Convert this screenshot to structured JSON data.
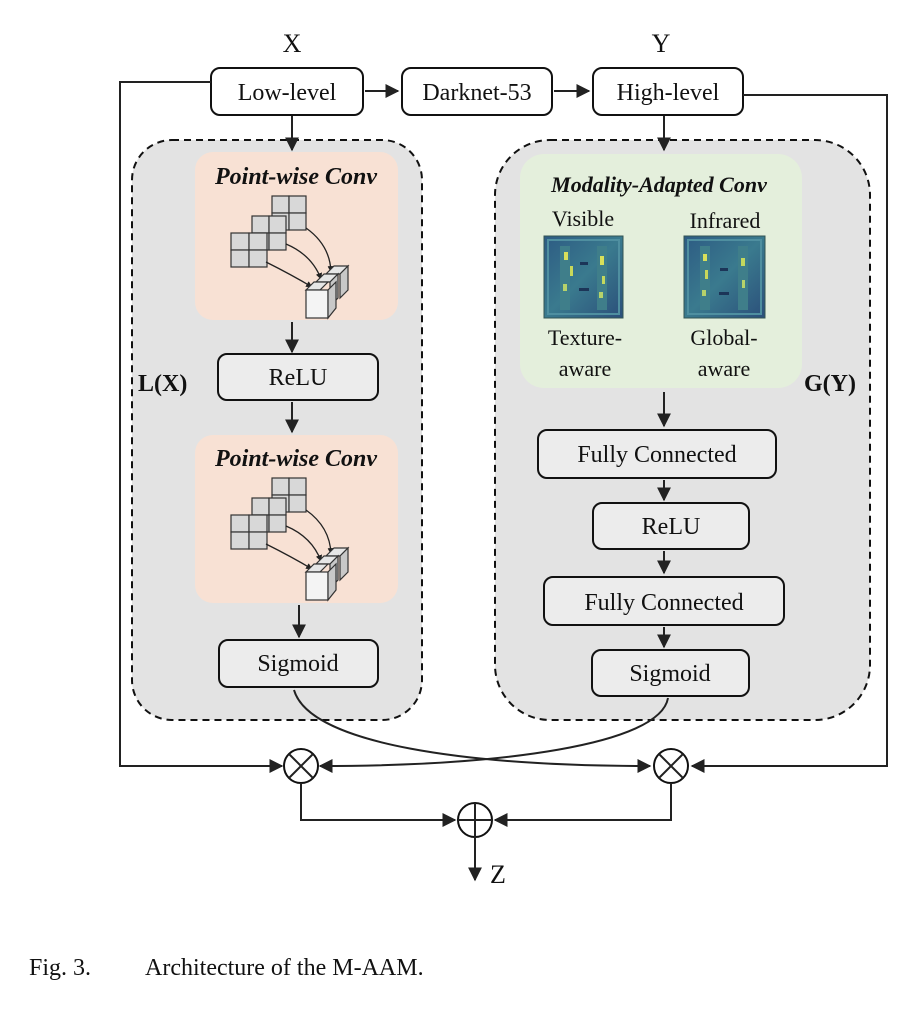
{
  "inputs": {
    "x_label": "X",
    "y_label": "Y",
    "z_label": "Z"
  },
  "top_row": {
    "low_level": "Low-level",
    "backbone": "Darknet-53",
    "high_level": "High-level"
  },
  "left_branch": {
    "side_label": "L(X)",
    "conv1_title": "Point-wise Conv",
    "relu": "ReLU",
    "conv2_title": "Point-wise Conv",
    "sigmoid": "Sigmoid"
  },
  "right_branch": {
    "side_label": "G(Y)",
    "mac_title": "Modality-Adapted Conv",
    "visible_label": "Visible",
    "infrared_label": "Infrared",
    "texture_line1": "Texture-",
    "texture_line2": "aware",
    "global_line1": "Global-",
    "global_line2": "aware",
    "fc1": "Fully Connected",
    "relu": "ReLU",
    "fc2": "Fully Connected",
    "sigmoid": "Sigmoid"
  },
  "operators": {
    "multiply_symbol": "⊗",
    "add_symbol": "⊕"
  },
  "caption": {
    "fig_number": "Fig. 3.",
    "text": "Architecture of the M-AAM."
  },
  "colors": {
    "panel_grey": "#e3e3e3",
    "conv_orange": "#f8e1d4",
    "mac_green": "#e4efdc",
    "heatmap_base": "#2f5f86",
    "heatmap_accent": "#d8e05a"
  }
}
